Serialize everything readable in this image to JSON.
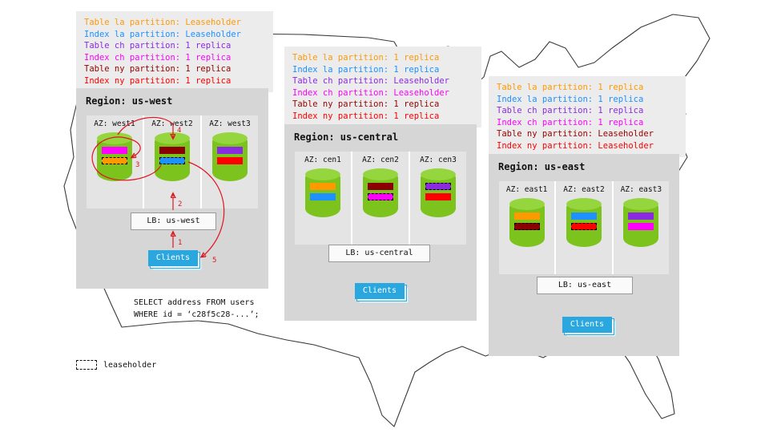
{
  "legend": {
    "label": "leaseholder"
  },
  "sql": {
    "line1": "SELECT address FROM users",
    "line2": "WHERE id = ‘c28f5c28-...’;"
  },
  "info_west": {
    "lines": [
      {
        "text": "Table la partition: Leaseholder",
        "color": "#FF9900"
      },
      {
        "text": "Index la partition: Leaseholder",
        "color": "#1E90FF"
      },
      {
        "text": "Table ch partition: 1 replica",
        "color": "#8A2BE2"
      },
      {
        "text": "Index ch partition: 1 replica",
        "color": "#FF00FF"
      },
      {
        "text": "Table ny partition: 1 replica",
        "color": "#990000"
      },
      {
        "text": "Index ny partition: 1 replica",
        "color": "#FF0000"
      }
    ]
  },
  "info_central": {
    "lines": [
      {
        "text": "Table la partition: 1 replica",
        "color": "#FF9900"
      },
      {
        "text": "Index la partition: 1 replica",
        "color": "#1E90FF"
      },
      {
        "text": "Table ch partition: Leaseholder",
        "color": "#8A2BE2"
      },
      {
        "text": "Index ch partition: Leaseholder",
        "color": "#FF00FF"
      },
      {
        "text": "Table ny partition: 1 replica",
        "color": "#990000"
      },
      {
        "text": "Index ny partition: 1 replica",
        "color": "#FF0000"
      }
    ]
  },
  "info_east": {
    "lines": [
      {
        "text": "Table la partition: 1 replica",
        "color": "#FF9900"
      },
      {
        "text": "Index la partition: 1 replica",
        "color": "#1E90FF"
      },
      {
        "text": "Table ch partition: 1 replica",
        "color": "#8A2BE2"
      },
      {
        "text": "Index ch partition: 1 replica",
        "color": "#FF00FF"
      },
      {
        "text": "Table ny partition: Leaseholder",
        "color": "#990000"
      },
      {
        "text": "Index ny partition: Leaseholder",
        "color": "#FF0000"
      }
    ]
  },
  "regions": {
    "west": {
      "title": "Region: us-west",
      "lb": "LB: us-west",
      "clients": "Clients",
      "flow_steps": [
        "1",
        "2",
        "3",
        "4",
        "5"
      ],
      "azs": [
        {
          "name": "AZ: west1",
          "bars": [
            {
              "color": "#FF00FF",
              "leaseholder": false
            },
            {
              "color": "#FF9900",
              "leaseholder": true
            }
          ]
        },
        {
          "name": "AZ: west2",
          "bars": [
            {
              "color": "#8B0000",
              "leaseholder": false
            },
            {
              "color": "#1E90FF",
              "leaseholder": true
            }
          ]
        },
        {
          "name": "AZ: west3",
          "bars": [
            {
              "color": "#8A2BE2",
              "leaseholder": false
            },
            {
              "color": "#FF0000",
              "leaseholder": false
            }
          ]
        }
      ]
    },
    "central": {
      "title": "Region: us-central",
      "lb": "LB: us-central",
      "clients": "Clients",
      "azs": [
        {
          "name": "AZ: cen1",
          "bars": [
            {
              "color": "#FF9900",
              "leaseholder": false
            },
            {
              "color": "#1E90FF",
              "leaseholder": false
            }
          ]
        },
        {
          "name": "AZ: cen2",
          "bars": [
            {
              "color": "#8B0000",
              "leaseholder": false
            },
            {
              "color": "#FF00FF",
              "leaseholder": true
            }
          ]
        },
        {
          "name": "AZ: cen3",
          "bars": [
            {
              "color": "#8A2BE2",
              "leaseholder": true
            },
            {
              "color": "#FF0000",
              "leaseholder": false
            }
          ]
        }
      ]
    },
    "east": {
      "title": "Region: us-east",
      "lb": "LB: us-east",
      "clients": "Clients",
      "azs": [
        {
          "name": "AZ: east1",
          "bars": [
            {
              "color": "#FF9900",
              "leaseholder": false
            },
            {
              "color": "#8B0000",
              "leaseholder": true
            }
          ]
        },
        {
          "name": "AZ: east2",
          "bars": [
            {
              "color": "#1E90FF",
              "leaseholder": false
            },
            {
              "color": "#FF0000",
              "leaseholder": true
            }
          ]
        },
        {
          "name": "AZ: east3",
          "bars": [
            {
              "color": "#8A2BE2",
              "leaseholder": false
            },
            {
              "color": "#FF00FF",
              "leaseholder": false
            }
          ]
        }
      ]
    }
  }
}
